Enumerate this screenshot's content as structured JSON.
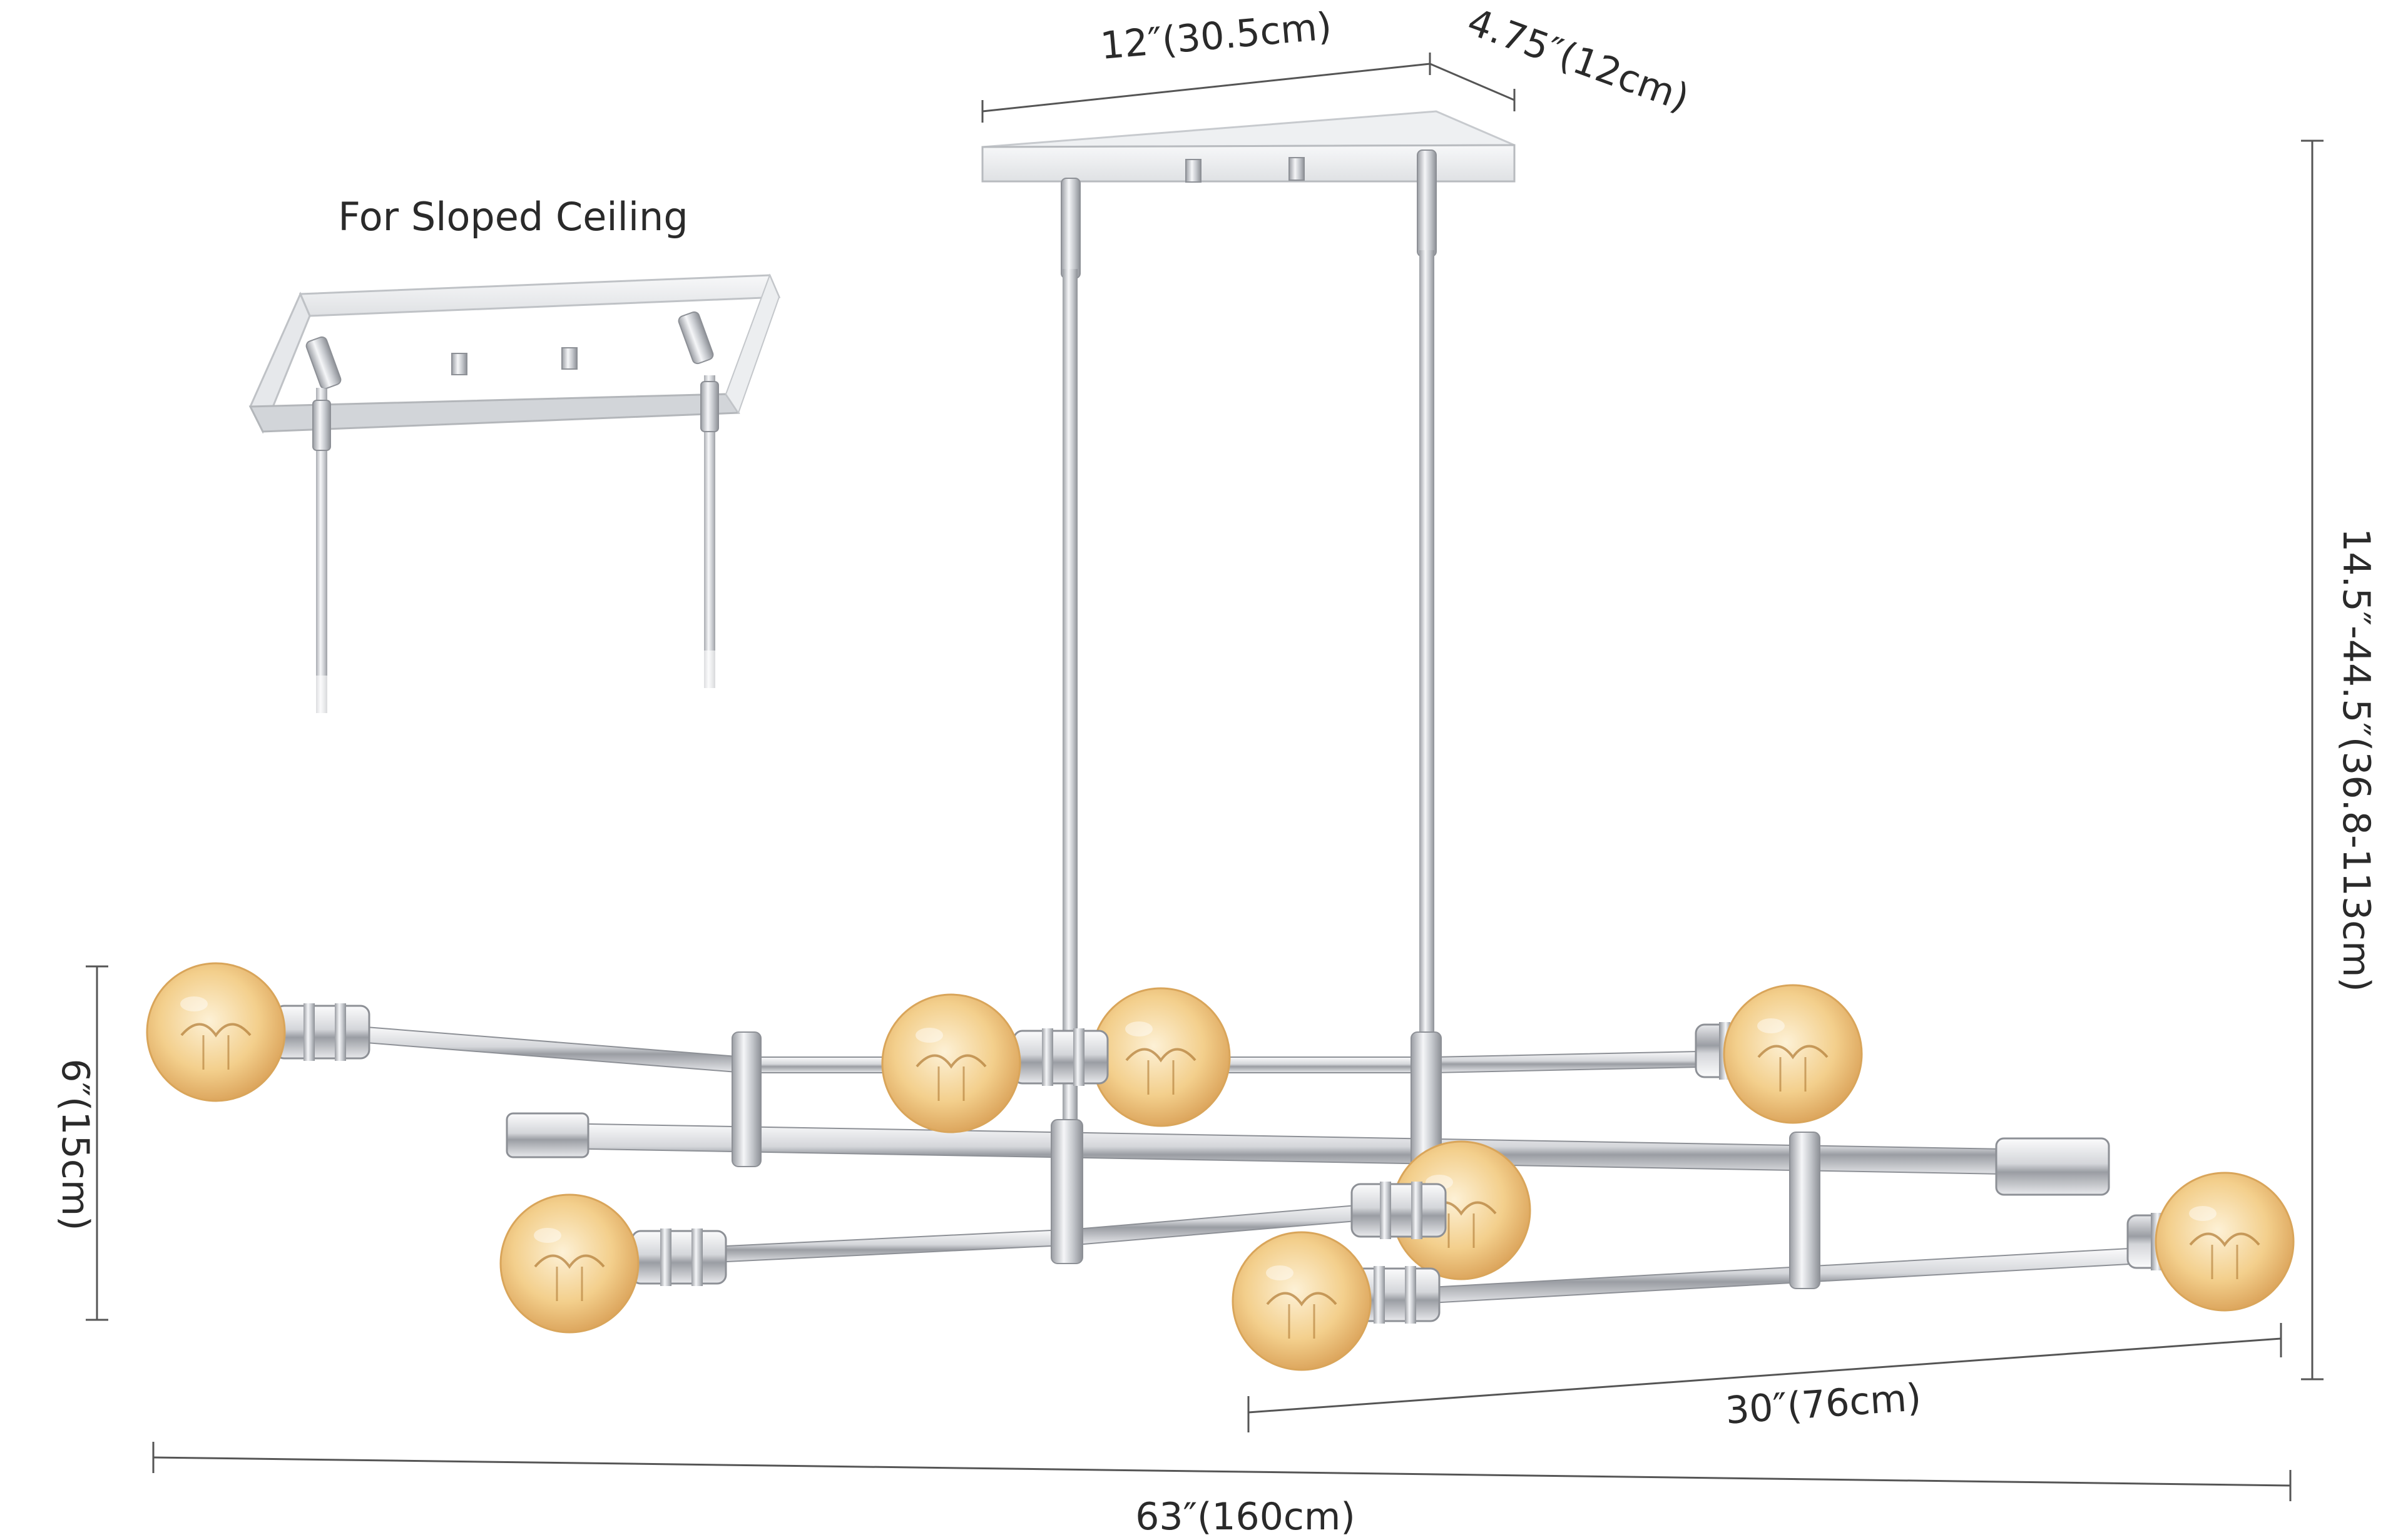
{
  "inset": {
    "caption": "For Sloped Ceiling"
  },
  "dimensions": {
    "canopy_length": "12″(30.5cm)",
    "canopy_width": "4.75″(12cm)",
    "height_range": "14.5″-44.5″(36.8-113cm)",
    "fixture_depth": "6″(15cm)",
    "arm_span": "30″(76cm)",
    "overall_length": "63″(160cm)"
  },
  "colors": {
    "chrome_light": "#f4f5f7",
    "chrome_mid": "#c9ccd1",
    "chrome_dark": "#8d9096",
    "bulb_glass": "#f3cf8c",
    "bulb_edge": "#d9a55a",
    "dimension_line": "#555555",
    "text": "#2a2a2a"
  },
  "icons": {
    "bulb": "edison-bulb-icon",
    "canopy": "ceiling-canopy-icon"
  }
}
